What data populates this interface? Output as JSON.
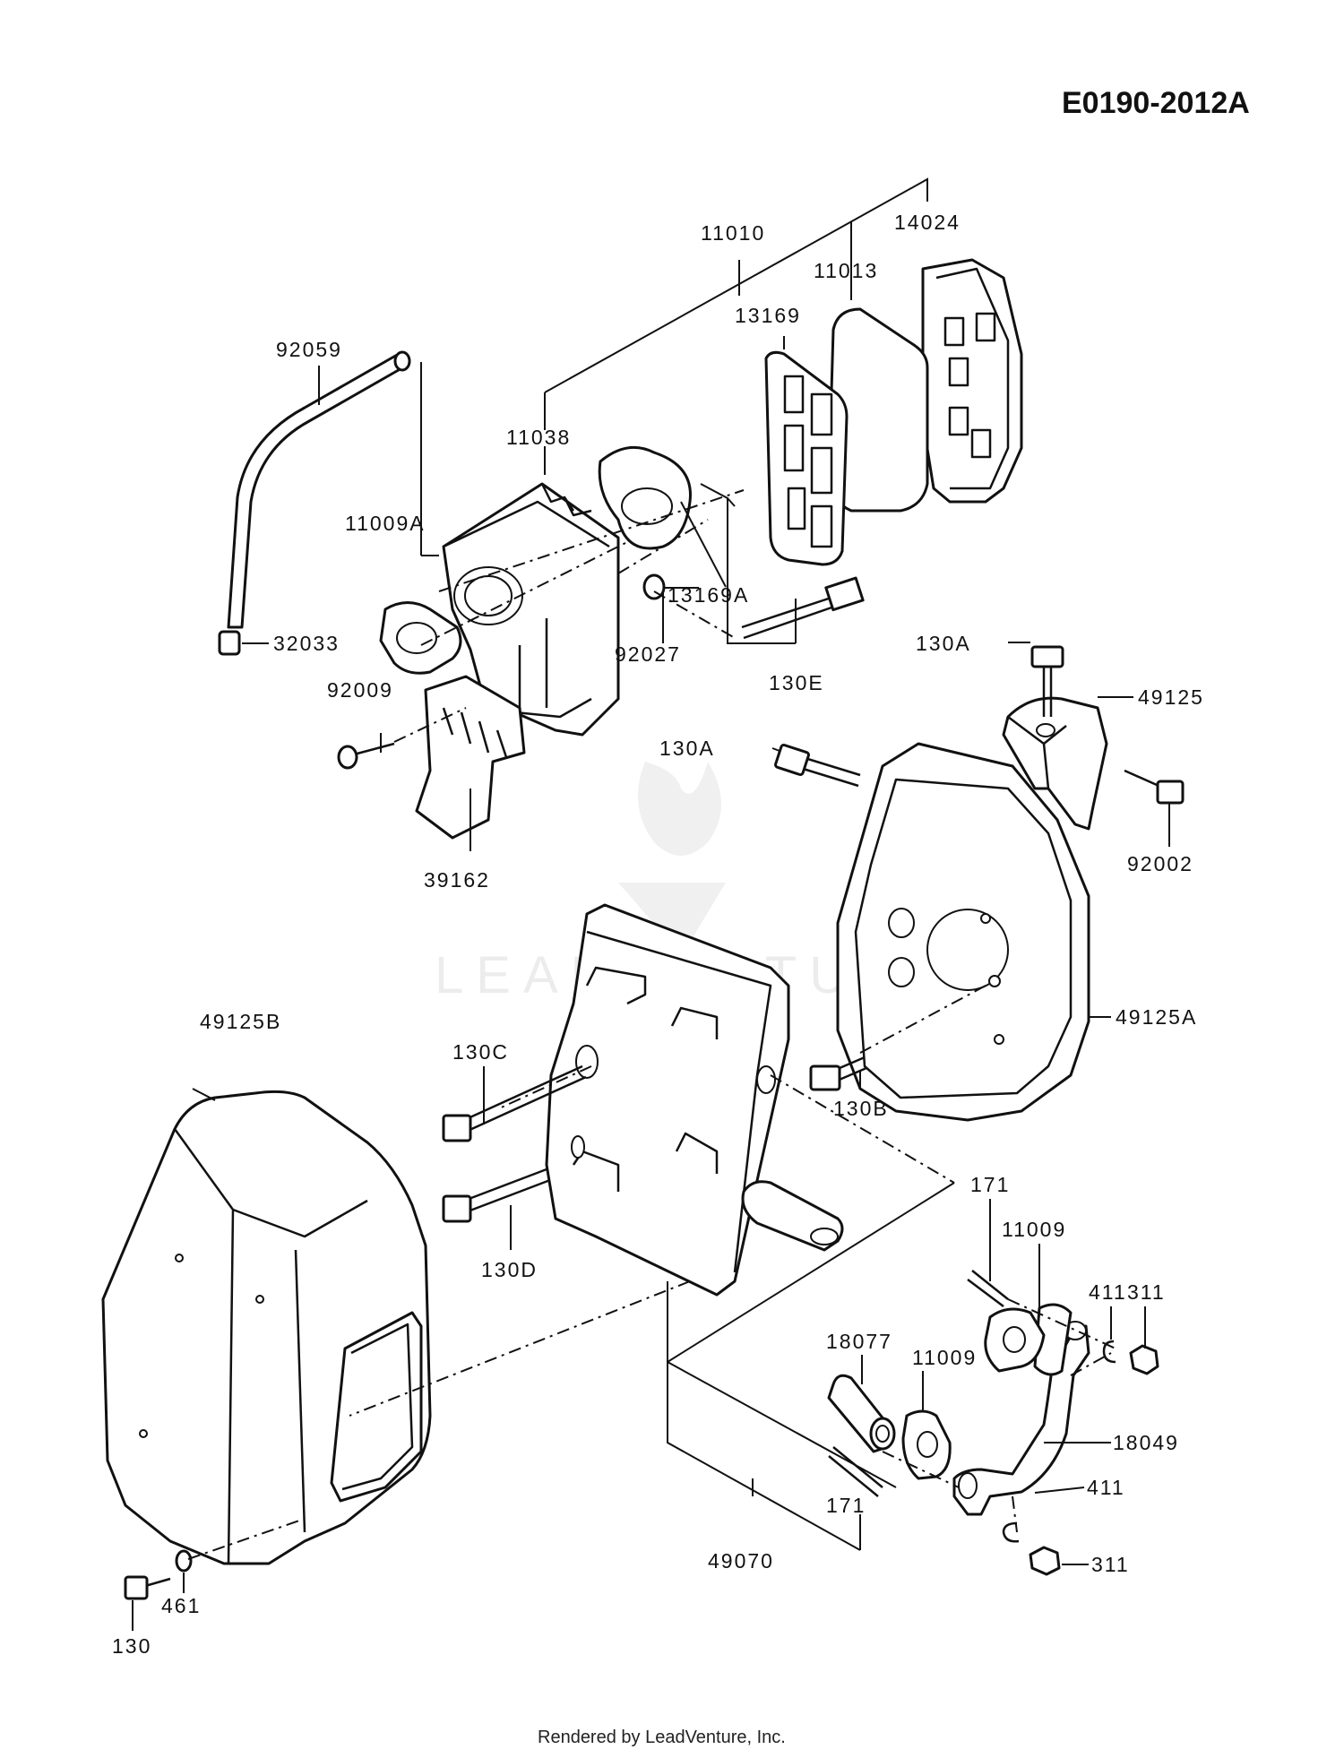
{
  "diagram_code": "E0190-2012A",
  "watermark": "LEADVENTURE",
  "footer": "Rendered by LeadVenture, Inc.",
  "labels": [
    {
      "id": "11010",
      "text": "11010"
    },
    {
      "id": "14024",
      "text": "14024"
    },
    {
      "id": "11013",
      "text": "11013"
    },
    {
      "id": "13169",
      "text": "13169"
    },
    {
      "id": "92059",
      "text": "92059"
    },
    {
      "id": "11038",
      "text": "11038"
    },
    {
      "id": "11009A",
      "text": "11009A"
    },
    {
      "id": "13169A",
      "text": "13169A"
    },
    {
      "id": "92027",
      "text": "92027"
    },
    {
      "id": "32033",
      "text": "32033"
    },
    {
      "id": "130E",
      "text": "130E"
    },
    {
      "id": "130A-upper",
      "text": "130A"
    },
    {
      "id": "49125",
      "text": "49125"
    },
    {
      "id": "92009",
      "text": "92009"
    },
    {
      "id": "130A-lower",
      "text": "130A"
    },
    {
      "id": "92002",
      "text": "92002"
    },
    {
      "id": "39162",
      "text": "39162"
    },
    {
      "id": "49125B",
      "text": "49125B"
    },
    {
      "id": "49125A",
      "text": "49125A"
    },
    {
      "id": "130C",
      "text": "130C"
    },
    {
      "id": "130B",
      "text": "130B"
    },
    {
      "id": "130D",
      "text": "130D"
    },
    {
      "id": "171-upper",
      "text": "171"
    },
    {
      "id": "11009-upper",
      "text": "11009"
    },
    {
      "id": "411-upper",
      "text": "411"
    },
    {
      "id": "311-upper",
      "text": "311"
    },
    {
      "id": "18077",
      "text": "18077"
    },
    {
      "id": "11009-lower",
      "text": "11009"
    },
    {
      "id": "18049",
      "text": "18049"
    },
    {
      "id": "411-lower",
      "text": "411"
    },
    {
      "id": "171-lower",
      "text": "171"
    },
    {
      "id": "311-lower",
      "text": "311"
    },
    {
      "id": "49070",
      "text": "49070"
    },
    {
      "id": "461",
      "text": "461"
    },
    {
      "id": "130",
      "text": "130"
    }
  ]
}
